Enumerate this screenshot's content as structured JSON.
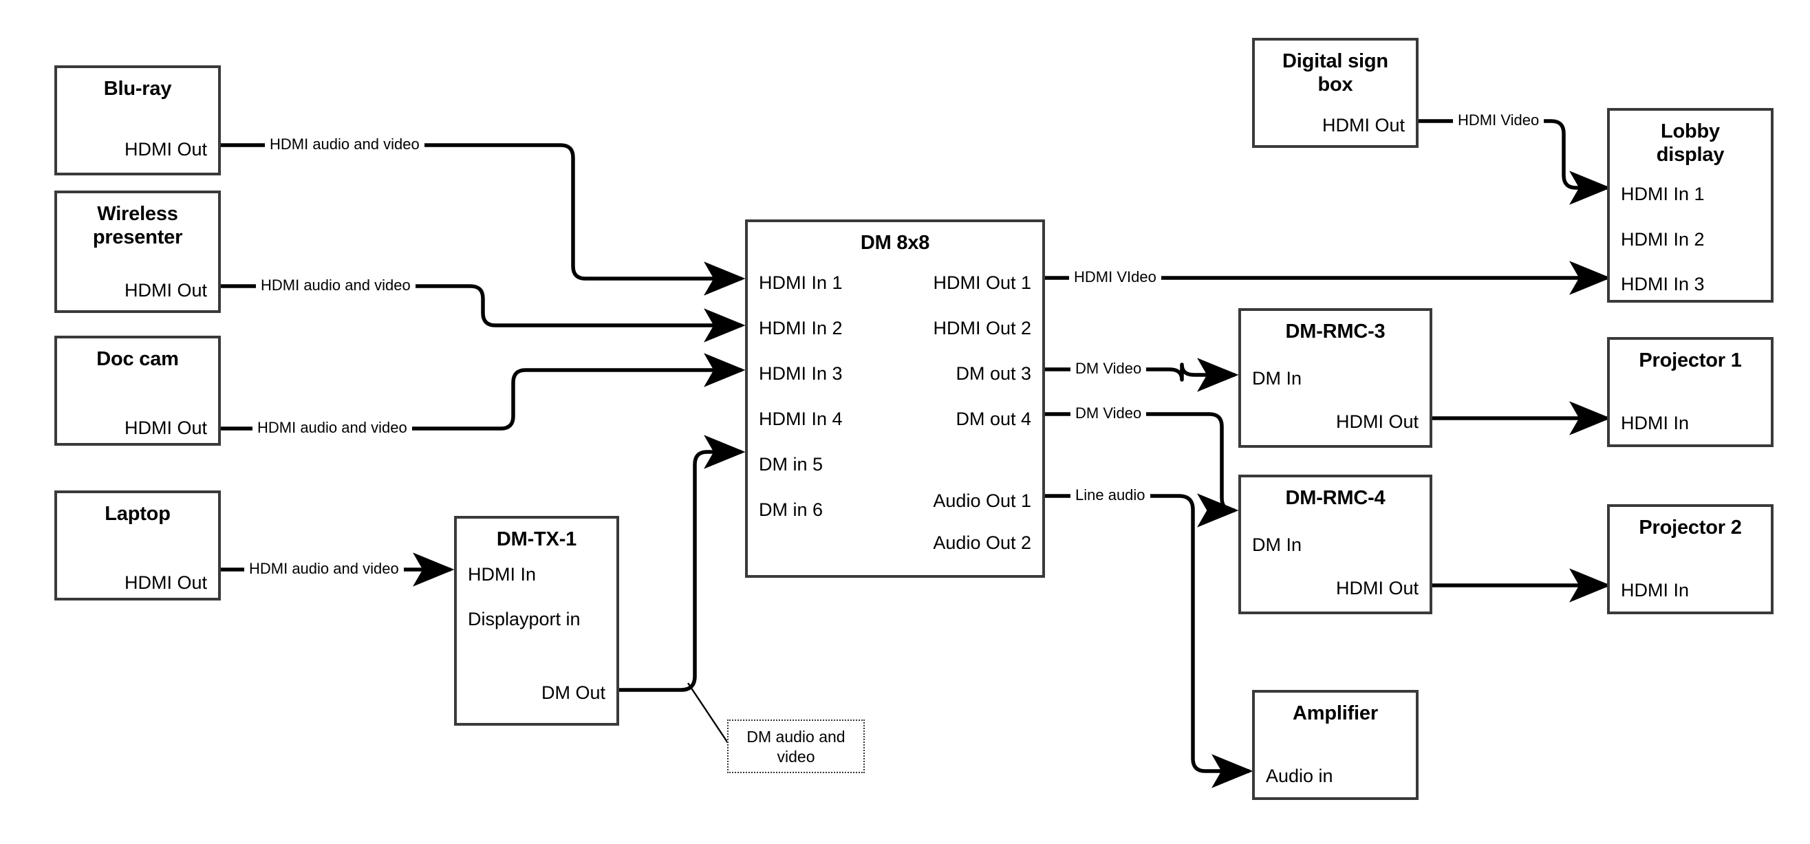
{
  "diagram": {
    "title": "AV signal flow diagram",
    "line_color": "#000000",
    "box_border_color": "#3a3a3a",
    "background": "#ffffff"
  },
  "nodes": {
    "bluray": {
      "title": "Blu-ray",
      "ports": {
        "out1": "HDMI Out"
      }
    },
    "wireless": {
      "title": "Wireless\npresenter",
      "title_line1": "Wireless",
      "title_line2": "presenter",
      "ports": {
        "out1": "HDMI Out"
      }
    },
    "doccam": {
      "title": "Doc cam",
      "ports": {
        "out1": "HDMI Out"
      }
    },
    "laptop": {
      "title": "Laptop",
      "ports": {
        "out1": "HDMI Out"
      }
    },
    "dmtx1": {
      "title": "DM-TX-1",
      "ports": {
        "in1": "HDMI In",
        "in2": "Displayport in",
        "out1": "DM Out"
      }
    },
    "dm8x8": {
      "title": "DM 8x8",
      "inputs": [
        "HDMI In 1",
        "HDMI In 2",
        "HDMI In 3",
        "HDMI In 4",
        "DM in 5",
        "DM in 6"
      ],
      "outputs": [
        "HDMI Out 1",
        "HDMI Out 2",
        "DM out 3",
        "DM out 4",
        "Audio Out 1",
        "Audio Out 2"
      ]
    },
    "digitalsign": {
      "title_line1": "Digital sign",
      "title_line2": "box",
      "ports": {
        "out1": "HDMI Out"
      }
    },
    "lobby": {
      "title_line1": "Lobby",
      "title_line2": "display",
      "ports": {
        "in1": "HDMI In 1",
        "in2": "HDMI In 2",
        "in3": "HDMI In 3"
      }
    },
    "dmrmc3": {
      "title": "DM-RMC-3",
      "ports": {
        "in1": "DM In",
        "out1": "HDMI Out"
      }
    },
    "dmrmc4": {
      "title": "DM-RMC-4",
      "ports": {
        "in1": "DM In",
        "out1": "HDMI Out"
      }
    },
    "projector1": {
      "title": "Projector 1",
      "ports": {
        "in1": "HDMI In"
      }
    },
    "projector2": {
      "title": "Projector 2",
      "ports": {
        "in1": "HDMI In"
      }
    },
    "amplifier": {
      "title": "Amplifier",
      "ports": {
        "in1": "Audio in"
      }
    }
  },
  "wire_labels": {
    "bluray_to_dm": "HDMI audio and video",
    "wireless_to_dm": "HDMI audio and video",
    "doccam_to_dm": "HDMI audio and video",
    "laptop_to_tx": "HDMI audio and video",
    "sign_to_lobby": "HDMI Video",
    "dm_hdmiout1": "HDMI VIdeo",
    "dm_dmout3": "DM Video",
    "dm_dmout4": "DM Video",
    "dm_audioout1": "Line audio"
  },
  "annotations": {
    "dm_tx_out_note_line1": "DM audio and",
    "dm_tx_out_note_line2": "video"
  }
}
